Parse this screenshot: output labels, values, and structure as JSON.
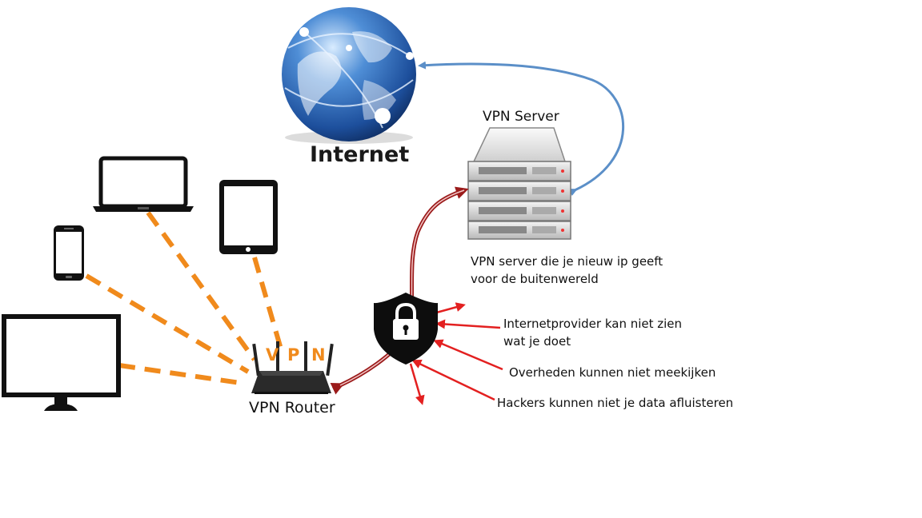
{
  "internet": {
    "label": "Internet"
  },
  "vpn_server": {
    "title": "VPN Server",
    "description_lines": [
      "VPN server die je nieuw ip geeft",
      "voor de buitenwereld"
    ]
  },
  "router": {
    "label": "VPN Router",
    "badge_letters": [
      "V",
      "P",
      "N"
    ]
  },
  "threats": [
    {
      "lines": [
        "Internetprovider kan niet zien",
        "wat je doet"
      ]
    },
    {
      "lines": [
        "Overheden kunnen niet meekijken"
      ]
    },
    {
      "lines": [
        "Hackers kunnen niet je data afluisteren"
      ]
    }
  ],
  "devices": [
    "monitor-icon",
    "smartphone-icon",
    "laptop-icon",
    "tablet-icon"
  ],
  "colors": {
    "dashed_link": "#f08a1c",
    "tunnel": "#9b1b1b",
    "threat_arrows": "#e32020",
    "internet_link": "#5b8fc8",
    "globe": "#2a64b4"
  }
}
